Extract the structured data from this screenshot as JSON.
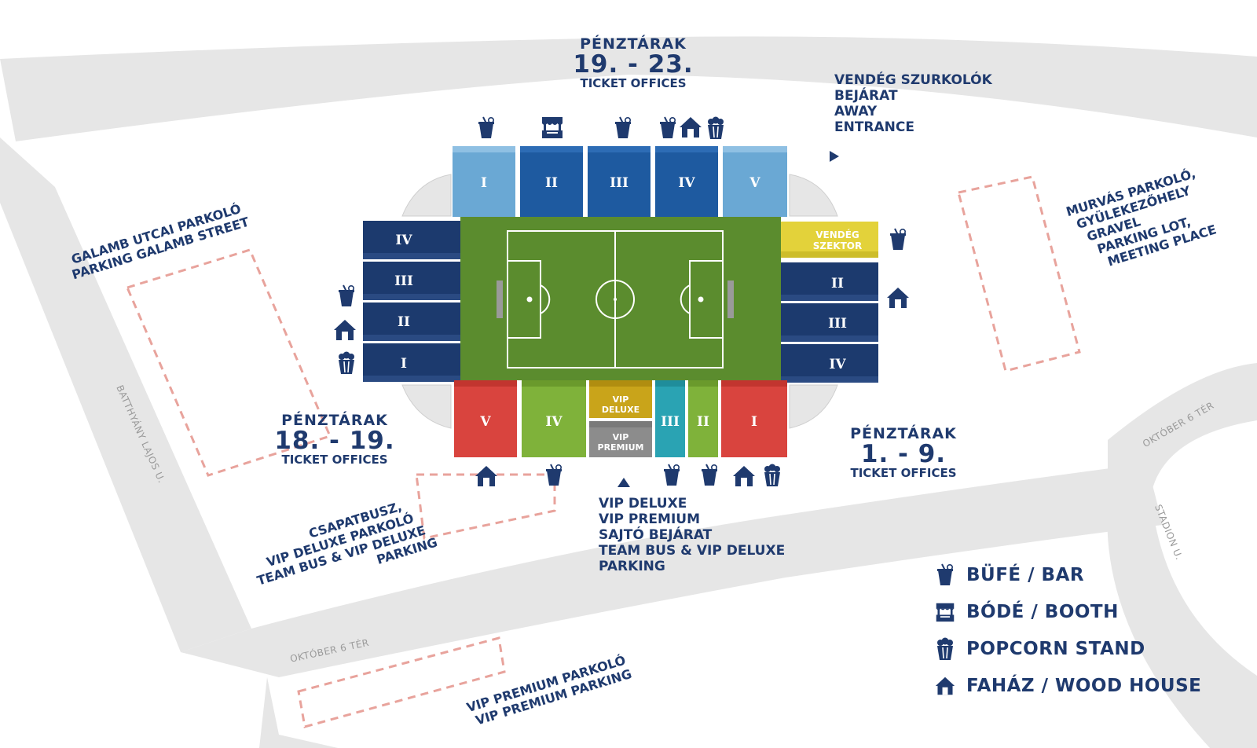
{
  "ticket_offices": {
    "top": {
      "title": "PÉNZTÁRAK",
      "range": "19. - 23.",
      "sub": "TICKET OFFICES"
    },
    "left": {
      "title": "PÉNZTÁRAK",
      "range": "18. - 19.",
      "sub": "TICKET OFFICES"
    },
    "right": {
      "title": "PÉNZTÁRAK",
      "range": "1. - 9.",
      "sub": "TICKET OFFICES"
    }
  },
  "away_entrance": [
    "VENDÉG SZURKOLÓK",
    "BEJÁRAT",
    "AWAY",
    "ENTRANCE"
  ],
  "parking": {
    "galamb": [
      "GALAMB UTCAI PARKOLÓ",
      "PARKING GALAMB STREET"
    ],
    "gravel": [
      "MURVÁS PARKOLÓ,",
      "GYÜLEKEZŐHELY",
      "GRAVEL",
      "PARKING LOT,",
      "MEETING PLACE"
    ],
    "teambus": [
      "CSAPATBUSZ,",
      "VIP DELUXE PARKOLÓ",
      "TEAM BUS & VIP DELUXE",
      "PARKING"
    ],
    "vip_premium": [
      "VIP PREMIUM PARKOLÓ",
      "VIP PREMIUM PARKING"
    ]
  },
  "vip_entrance": [
    "VIP DELUXE",
    "VIP PREMIUM",
    "SAJTÓ BEJÁRAT",
    "TEAM BUS & VIP DELUXE",
    "PARKING"
  ],
  "streets": {
    "batthyany": "BATTHYÁNY LAJOS U.",
    "oktober_bottom": "OKTÓBER 6 TÉR",
    "oktober_right": "OKTÓBER 6 TÉR",
    "stadion": "STADION U."
  },
  "sectors": {
    "north": [
      "I",
      "II",
      "III",
      "IV",
      "V"
    ],
    "west": [
      "IV",
      "III",
      "II",
      "I"
    ],
    "east": [
      "VENDÉG SZEKTOR",
      "II",
      "III",
      "IV"
    ],
    "south": [
      "V",
      "IV",
      "VIP DELUXE",
      "VIP PREMIUM",
      "III",
      "II",
      "I"
    ]
  },
  "legend": [
    {
      "icon": "drink-icon",
      "label": "BÜFÉ / BAR"
    },
    {
      "icon": "booth-icon",
      "label": "BÓDÉ / BOOTH"
    },
    {
      "icon": "popcorn-icon",
      "label": "POPCORN STAND"
    },
    {
      "icon": "house-icon",
      "label": "FAHÁZ / WOOD HOUSE"
    }
  ],
  "colors": {
    "navy": "#1f3a6e",
    "light_blue": "#6aa8d4",
    "mid_blue": "#1e5aa0",
    "dark_blue": "#1c3a6e",
    "red": "#d9443e",
    "green": "#7fb23a",
    "teal": "#2aa3b3",
    "gold": "#c9a41a",
    "grey": "#8c8c8c",
    "yellow": "#e3d23a",
    "pitch": "#5b8c2e",
    "road": "#e6e6e6",
    "parking_outline": "#e8a39c"
  }
}
